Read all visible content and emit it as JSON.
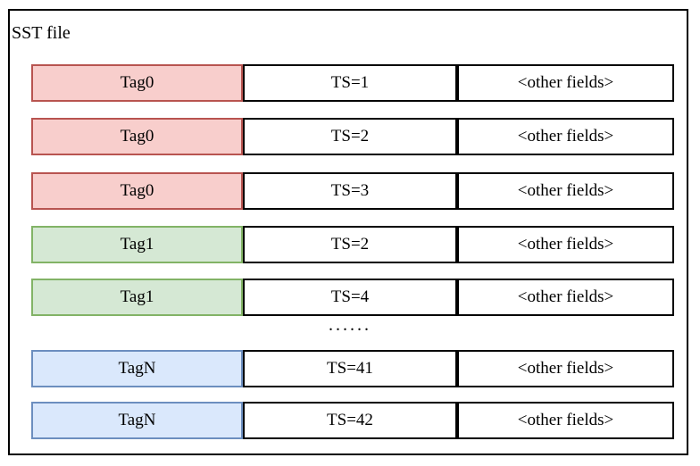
{
  "title": "SST file",
  "ellipsis": "......",
  "colors": {
    "red": {
      "fill": "#f8cecc",
      "stroke": "#b85450"
    },
    "green": {
      "fill": "#d5e8d4",
      "stroke": "#82b366"
    },
    "blue": {
      "fill": "#dae8fc",
      "stroke": "#6c8ebf"
    },
    "plain": {
      "fill": "#ffffff",
      "stroke": "#000000"
    }
  },
  "rows": [
    {
      "tag": "Tag0",
      "ts": "TS=1",
      "other": "<other fields>",
      "color": "red"
    },
    {
      "tag": "Tag0",
      "ts": "TS=2",
      "other": "<other fields>",
      "color": "red"
    },
    {
      "tag": "Tag0",
      "ts": "TS=3",
      "other": "<other fields>",
      "color": "red"
    },
    {
      "tag": "Tag1",
      "ts": "TS=2",
      "other": "<other fields>",
      "color": "green"
    },
    {
      "tag": "Tag1",
      "ts": "TS=4",
      "other": "<other fields>",
      "color": "green"
    },
    {
      "tag": "TagN",
      "ts": "TS=41",
      "other": "<other fields>",
      "color": "blue"
    },
    {
      "tag": "TagN",
      "ts": "TS=42",
      "other": "<other fields>",
      "color": "blue"
    }
  ]
}
